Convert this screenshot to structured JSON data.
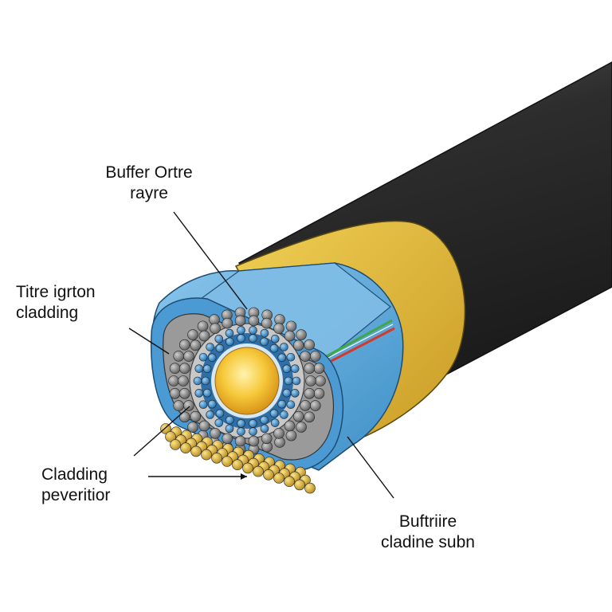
{
  "labels": {
    "top": {
      "line1": "Buffer Ortre",
      "line2": "rayre"
    },
    "left": {
      "line1": "Titre igrton",
      "line2": "cladding"
    },
    "bottom_left": {
      "line1": "Cladding",
      "line2": "peveritior"
    },
    "bottom_right": {
      "line1": "Buftriire",
      "line2": "cladine subn"
    }
  },
  "colors": {
    "jacket": "#2b2b2b",
    "strength_layer": "#e2b63a",
    "buffer": "#5aa7d8",
    "braid": "#8c8c8c",
    "core": "#f3c63c",
    "inner_strands": "#3f8fd0",
    "fiber_green": "#3fa84a",
    "fiber_red": "#d23a2e",
    "yarn": "#e0bf3e"
  }
}
